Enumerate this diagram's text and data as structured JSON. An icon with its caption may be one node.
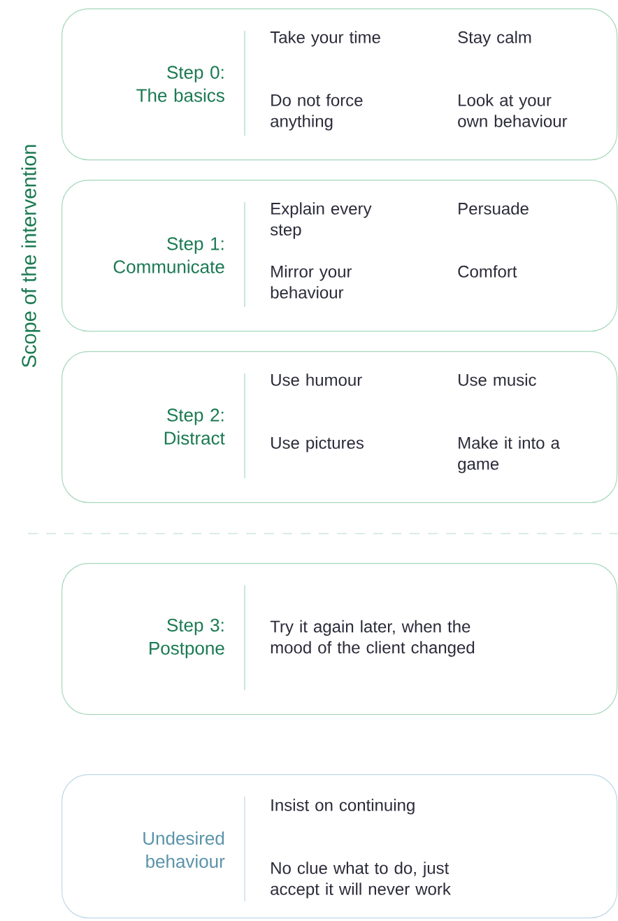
{
  "diagram": {
    "nodes": [
      {
        "text": [
          "Step 0: The basics",
          "Take your time",
          "Stay calm",
          "Do not force anything",
          "Look at your own behaviour"
        ]
      },
      {
        "text": [
          "Step 1: Communicate",
          "Explain every step",
          "Persuade",
          "Mirror your behaviour",
          "Comfort"
        ]
      },
      {
        "text": [
          "Step 2: Distract",
          "Use humour",
          "Use music",
          "Use pictures",
          "Make it into a game"
        ]
      },
      {
        "text": [
          "Step 3: Postpone",
          "Try it again later, when the mood of the client changed"
        ]
      },
      {
        "text": [
          "Undesired behaviour",
          "Insist on continuing",
          "No clue what to do, just accept it will never work"
        ]
      }
    ],
    "labels": [
      "Scope of the intervention"
    ]
  }
}
